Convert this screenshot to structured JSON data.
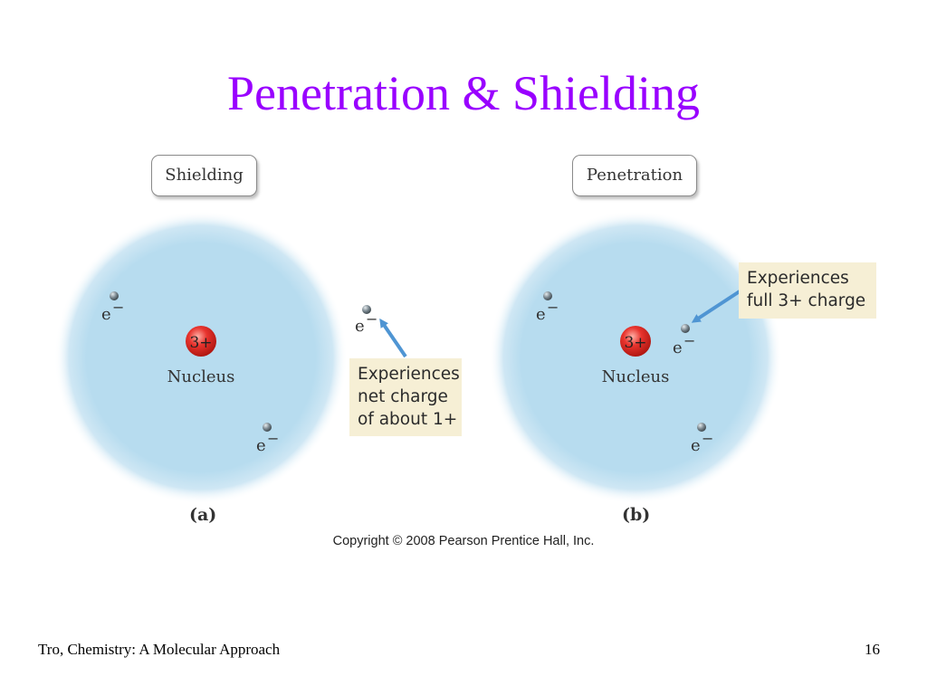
{
  "slide": {
    "title": "Penetration & Shielding",
    "copyright": "Copyright © 2008 Pearson Prentice Hall, Inc.",
    "footer_left": "Tro, Chemistry: A Molecular Approach",
    "page_number": "16"
  },
  "panels": [
    {
      "heading": "Shielding",
      "tag": "(a)",
      "nucleus_charge": "3+",
      "nucleus_label": "Nucleus",
      "electron_label": "e",
      "electron_superscript": "−",
      "callout_lines": [
        "Experiences",
        "net charge",
        "of about 1+"
      ]
    },
    {
      "heading": "Penetration",
      "tag": "(b)",
      "nucleus_charge": "3+",
      "nucleus_label": "Nucleus",
      "electron_label": "e",
      "electron_superscript": "−",
      "callout_lines": [
        "Experiences",
        "full  3+ charge"
      ]
    }
  ],
  "colors": {
    "title": "#9900ff",
    "cloud": "#b7dcef",
    "nucleus": "#e8342e",
    "arrow": "#4f95d3",
    "callout_bg": "#f6efd5"
  }
}
